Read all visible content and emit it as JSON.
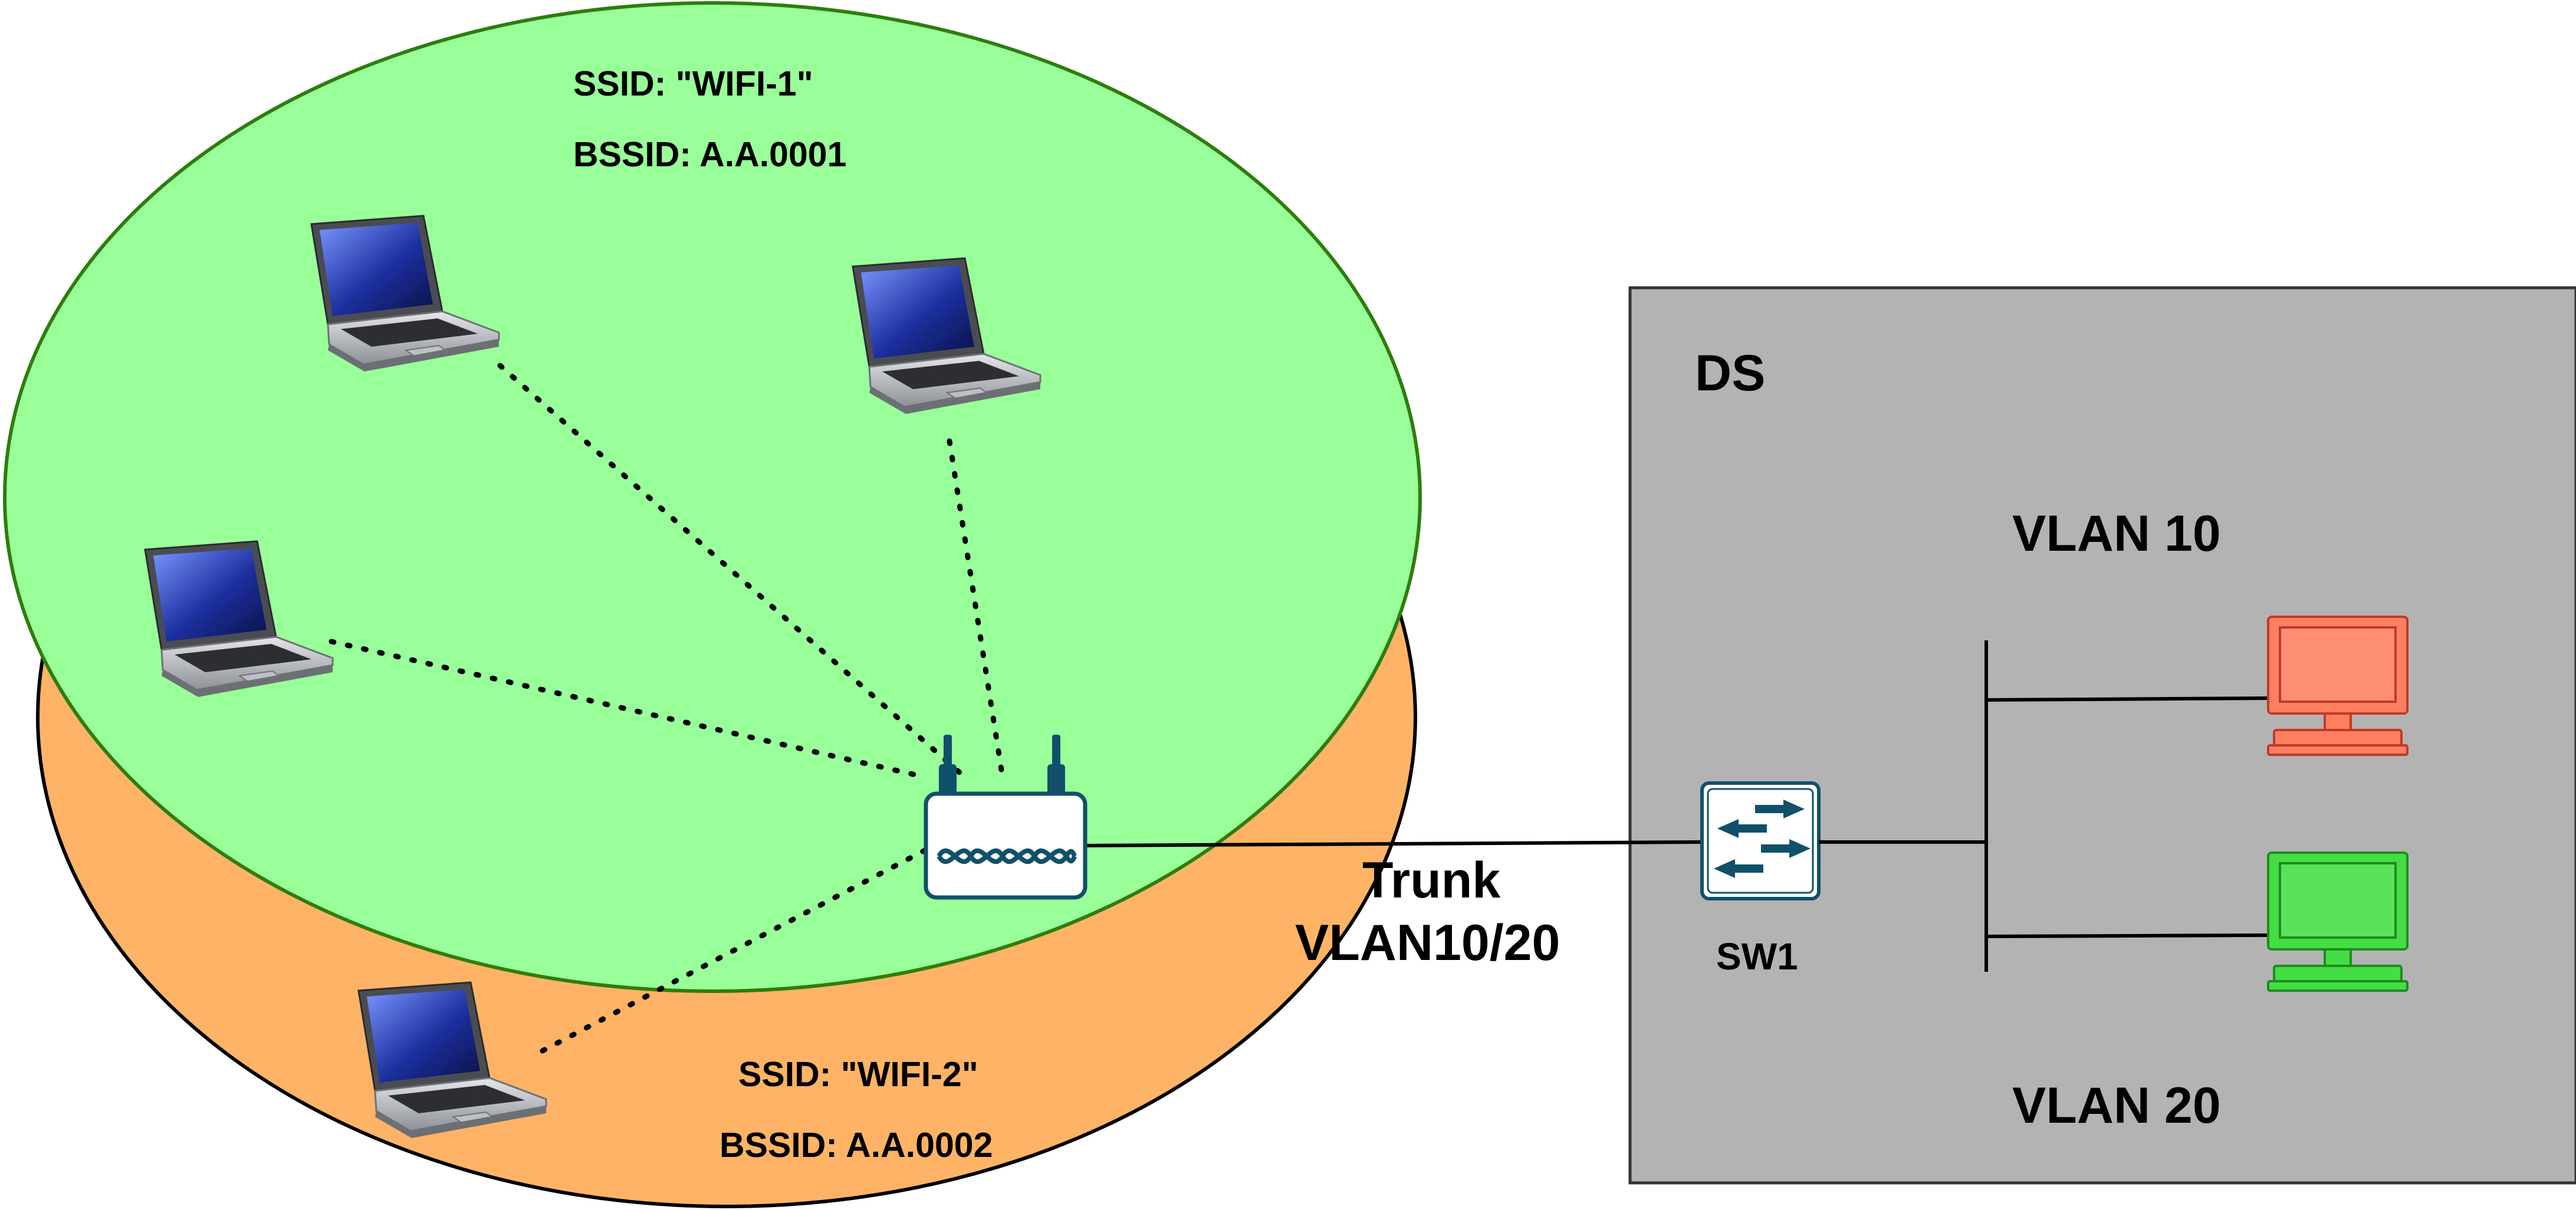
{
  "wifi1": {
    "ssid": "SSID: \"WIFI-1\"",
    "bssid": "BSSID: A.A.0001",
    "fill": "#99ff99",
    "stroke": "#2e7d0e"
  },
  "wifi2": {
    "ssid": "SSID: \"WIFI-2\"",
    "bssid": "BSSID: A.A.0002",
    "fill": "#ffb366",
    "stroke": "#000000"
  },
  "trunk": {
    "line1": "Trunk",
    "line2": "VLAN10/20"
  },
  "ds": {
    "title": "DS",
    "fill": "#b3b3b3",
    "stroke": "#333333"
  },
  "switch": {
    "label": "SW1",
    "color": "#10506a"
  },
  "vlan10": {
    "label": "VLAN 10",
    "pc_color": "#ff8060",
    "pc_stroke": "#c0392b"
  },
  "vlan20": {
    "label": "VLAN 20",
    "pc_color": "#44dd44",
    "pc_stroke": "#1e8c1e"
  },
  "icons": {
    "laptop": "laptop-icon",
    "access_point": "wireless-router-icon",
    "switch": "network-switch-icon",
    "pc": "desktop-pc-icon"
  }
}
